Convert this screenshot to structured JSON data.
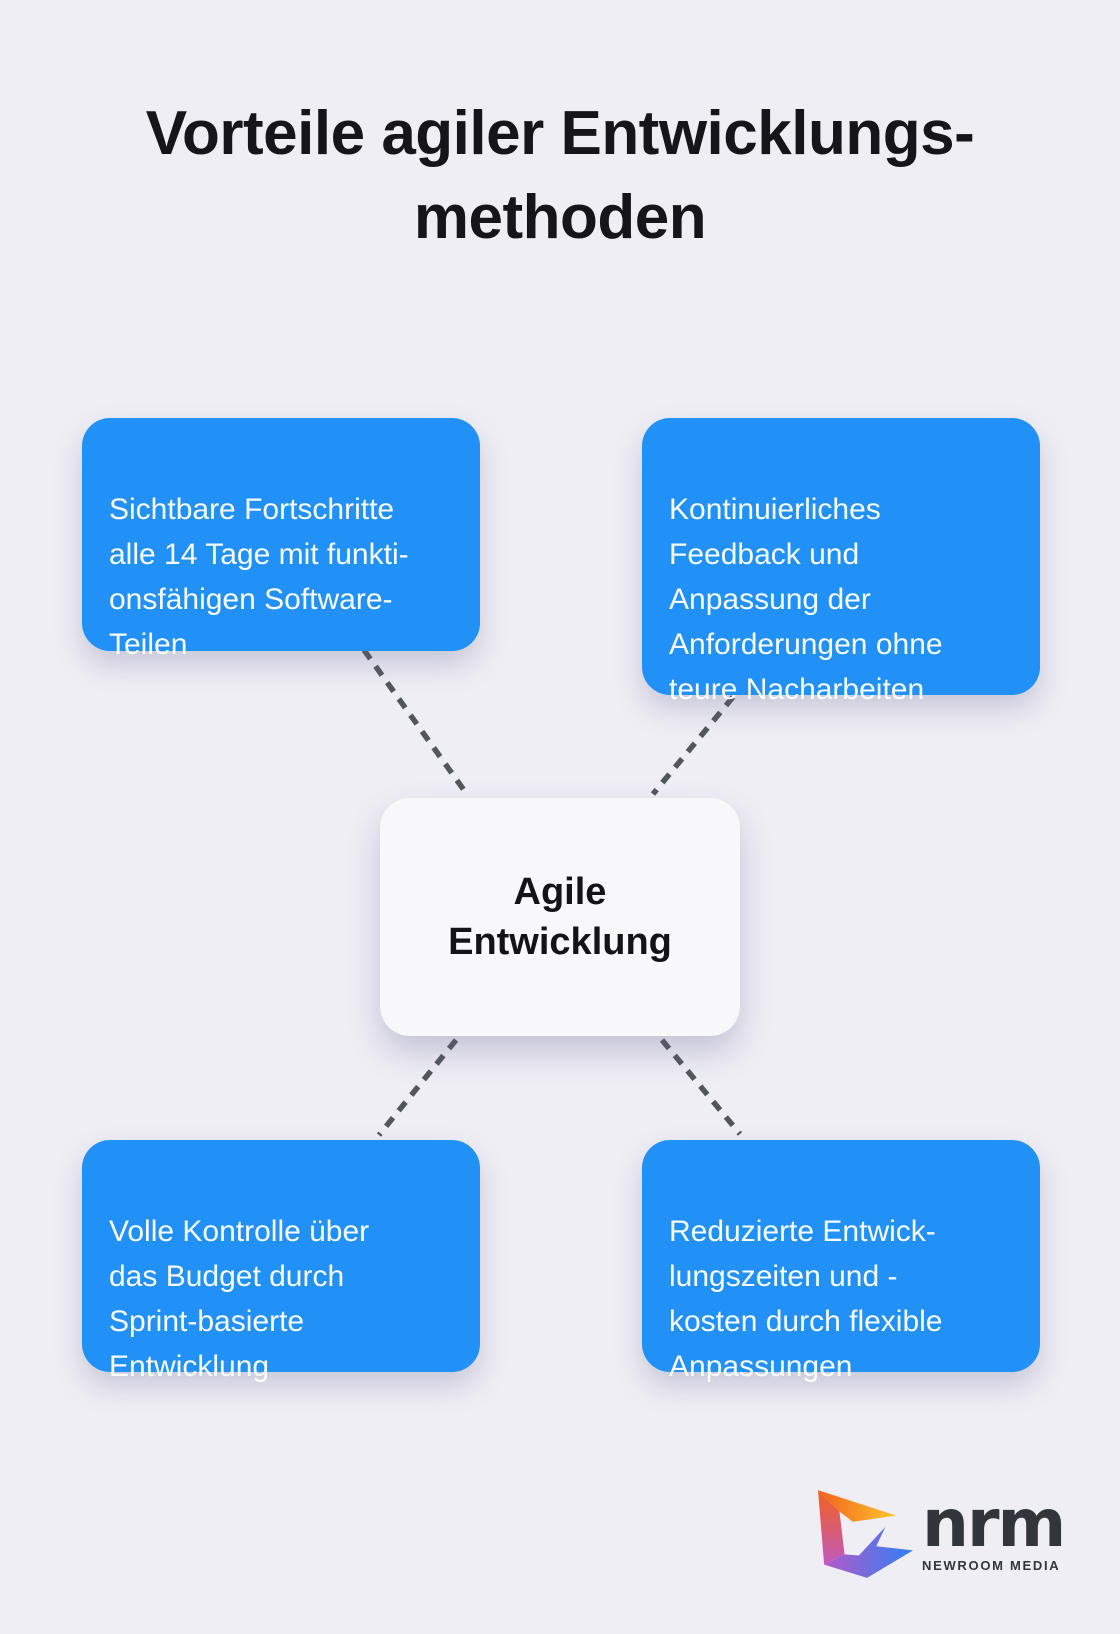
{
  "title": "Vorteile agiler Entwicklungs-\nmethoden",
  "center_node": {
    "label": "Agile\nEntwicklung"
  },
  "benefit_boxes": [
    {
      "position": "top-left",
      "text": "Sichtbare Fortschritte\nalle 14 Tage mit funkti-\nonsfähigen Software-\nTeilen"
    },
    {
      "position": "top-right",
      "text": "Kontinuierliches\nFeedback und\nAnpassung der\nAnforderungen ohne\nteure Nacharbeiten"
    },
    {
      "position": "bottom-left",
      "text": "Volle Kontrolle über\ndas Budget durch\nSprint-basierte\nEntwicklung"
    },
    {
      "position": "bottom-right",
      "text": "Reduzierte Entwick-\nlungszeiten und -\nkosten durch flexible\nAnpassungen"
    }
  ],
  "logo": {
    "brand": "nrm",
    "subtitle": "NEWROOM MEDIA"
  },
  "colors": {
    "background": "#efeef5",
    "benefit_box_blue": "#2191f8",
    "benefit_box_text": "#fafdff",
    "center_node_background": "#f8f8fb",
    "title_text": "#15151a",
    "connector_gray": "#53565c",
    "logo_text": "#32363c",
    "logo_gradient_orange": "#f4611d",
    "logo_gradient_yellow": "#fdc52f",
    "logo_gradient_magenta": "#c159be",
    "logo_gradient_blue": "#2e7ff5"
  }
}
